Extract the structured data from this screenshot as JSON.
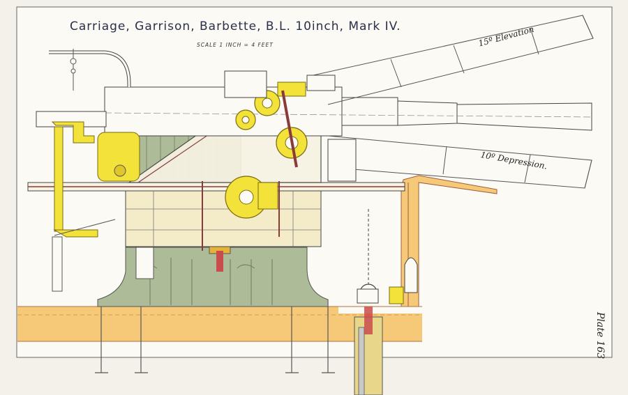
{
  "plate": {
    "title": "Carriage, Garrison, Barbette, B.L. 10inch, Mark IV.",
    "scale": "SCALE 1 INCH = 4 FEET",
    "elevation_label": "15º Elevation",
    "depression_label": "10º Depression.",
    "plate_number": "Plate 163"
  },
  "colors": {
    "paper": "#f3f1ea",
    "ink": "#4a4a4a",
    "yellow": "#f2e23a",
    "green": "#aebb98",
    "orange": "#f6c978",
    "red": "#a64a4a",
    "cream": "#f4ecc8"
  }
}
